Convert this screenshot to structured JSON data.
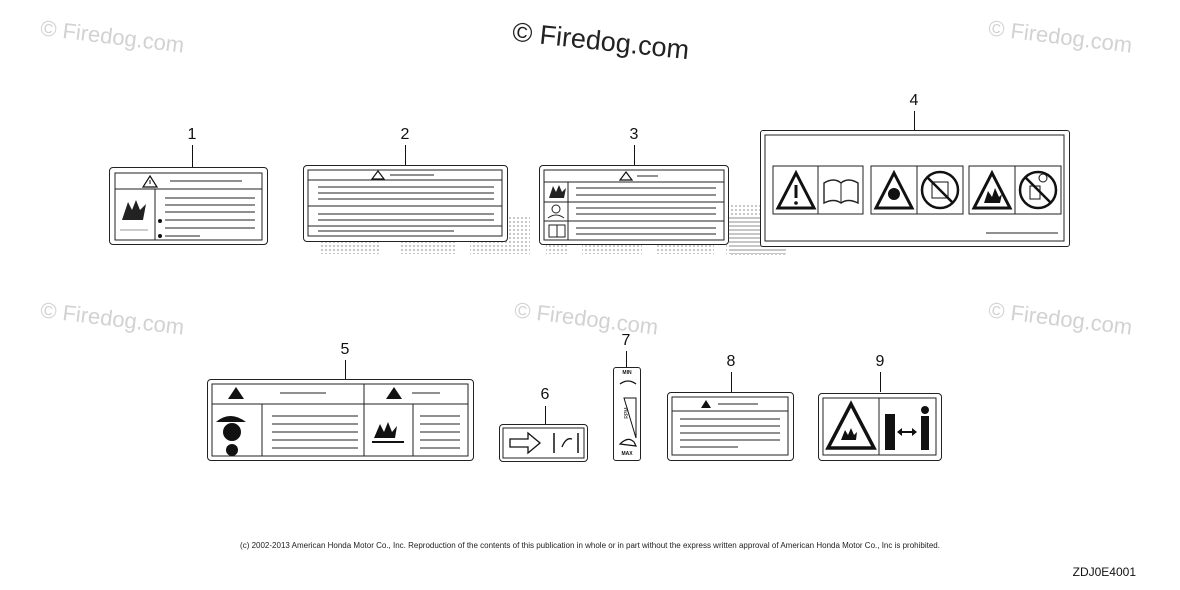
{
  "watermarks": {
    "main": "© Firedog.com",
    "faint": "© Firedog.com"
  },
  "callouts": [
    "1",
    "2",
    "3",
    "4",
    "5",
    "6",
    "7",
    "8",
    "9"
  ],
  "label7_text": {
    "top": "MIN",
    "middle": "RPM",
    "bottom": "MAX"
  },
  "footer": {
    "copyright": "(c) 2002-2013 American Honda Motor Co., Inc. Reproduction of the contents of this publication in whole or in part without the express written approval of American Honda Motor Co., Inc is prohibited.",
    "diagram_code": "ZDJ0E4001"
  }
}
